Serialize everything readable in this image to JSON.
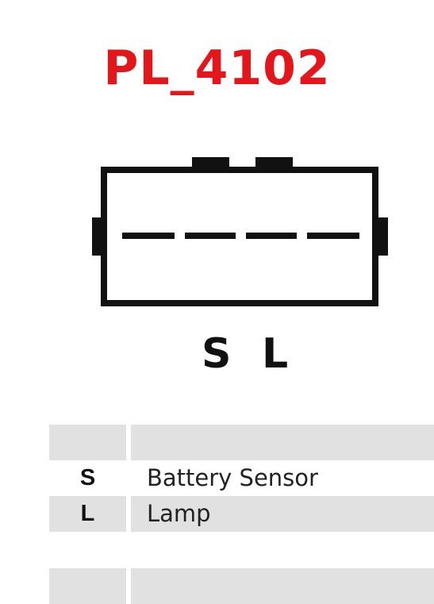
{
  "title": "PL_4102",
  "colors": {
    "title": "#e3161b",
    "outline": "#111111",
    "row_fill": "#e1e1e1"
  },
  "connector": {
    "pins": [
      "S",
      "L"
    ],
    "terminal_segments": 4
  },
  "table": {
    "rows": [
      {
        "code": "S",
        "description": "Battery Sensor"
      },
      {
        "code": "L",
        "description": "Lamp"
      }
    ]
  }
}
